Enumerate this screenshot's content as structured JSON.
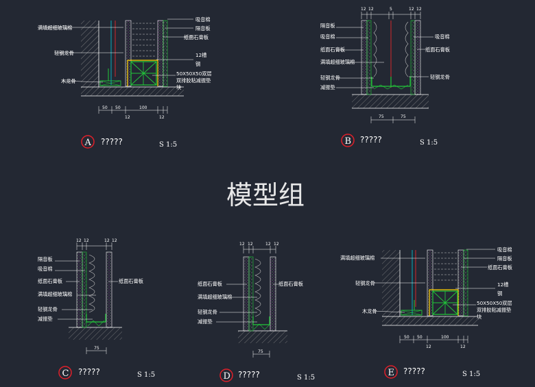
{
  "title": "模型组",
  "colors": {
    "background": "#232833",
    "line": "#ffffff",
    "wall": "#9a9a9a",
    "accent_green": "#22c93a",
    "accent_red": "#ff2a2a",
    "accent_magenta": "#ff40ff",
    "accent_cyan": "#00d0e0",
    "accent_yellow": "#ffd400",
    "circle_red": "#e0202a"
  },
  "details": {
    "A": {
      "letter": "A",
      "name": "?????",
      "scale": "S 1:5",
      "labels": {
        "glass_wool": "满填超细玻璃棉",
        "steel_keel": "轻钢龙骨",
        "wood_keel": "木龙骨",
        "absorb_cotton": "吸音棉",
        "sound_board": "隔音板",
        "gypsum": "纸面石膏板",
        "channel_12": "12槽",
        "steel": "钢",
        "pad_1": "50X50X50双层",
        "pad_2": "双排胶粘减振垫",
        "pad_3": "块"
      },
      "dims_main": [
        "50",
        "50",
        "100"
      ],
      "dims_sub": [
        "12",
        "12"
      ]
    },
    "B": {
      "letter": "B",
      "name": "?????",
      "scale": "S 1:5",
      "labels": {
        "sound_board": "隔音板",
        "absorb_cotton": "吸音棉",
        "gypsum": "纸面石膏板",
        "glass_wool": "满填超细玻璃棉",
        "steel_keel": "轻钢龙骨",
        "damper": "减振垫",
        "absorb_cotton_r": "吸音棉",
        "gypsum_r": "纸面石膏板",
        "steel_keel_r": "轻钢龙骨"
      },
      "top_dims": [
        "12",
        "12",
        "5",
        "12",
        "12"
      ],
      "bottom_dims": [
        "75",
        "75"
      ]
    },
    "C": {
      "letter": "C",
      "name": "?????",
      "scale": "S 1:5",
      "labels": {
        "sound_board": "隔音板",
        "absorb_cotton": "吸音棉",
        "gypsum": "纸面石膏板",
        "glass_wool": "满填超细玻璃棉",
        "steel_keel": "轻钢龙骨",
        "damper": "减振垫",
        "gypsum_r": "纸面石膏板"
      },
      "top_dims": [
        "12",
        "12",
        "12",
        "12"
      ],
      "bottom_dims": [
        "75"
      ]
    },
    "D": {
      "letter": "D",
      "name": "?????",
      "scale": "S 1:5",
      "labels": {
        "gypsum": "纸面石膏板",
        "glass_wool": "满填超细玻璃棉",
        "steel_keel": "轻钢龙骨",
        "damper": "减振垫",
        "gypsum_r": "纸面石膏板"
      },
      "top_dims": [
        "12",
        "12",
        "12",
        "12"
      ],
      "bottom_dims": [
        "75"
      ]
    },
    "E": {
      "letter": "E",
      "name": "?????",
      "scale": "S 1:5",
      "labels": {
        "glass_wool": "满填超细玻璃棉",
        "steel_keel": "轻钢龙骨",
        "wood_keel": "木龙骨",
        "absorb_cotton": "吸音棉",
        "sound_board": "隔音板",
        "gypsum": "纸面石膏板",
        "channel_12": "12槽",
        "steel": "钢",
        "pad_1": "50X50X50双层",
        "pad_2": "双排胶粘减振垫",
        "pad_3": "块"
      },
      "dims_main": [
        "50",
        "50",
        "100"
      ],
      "dims_sub": [
        "12",
        "12"
      ]
    }
  }
}
